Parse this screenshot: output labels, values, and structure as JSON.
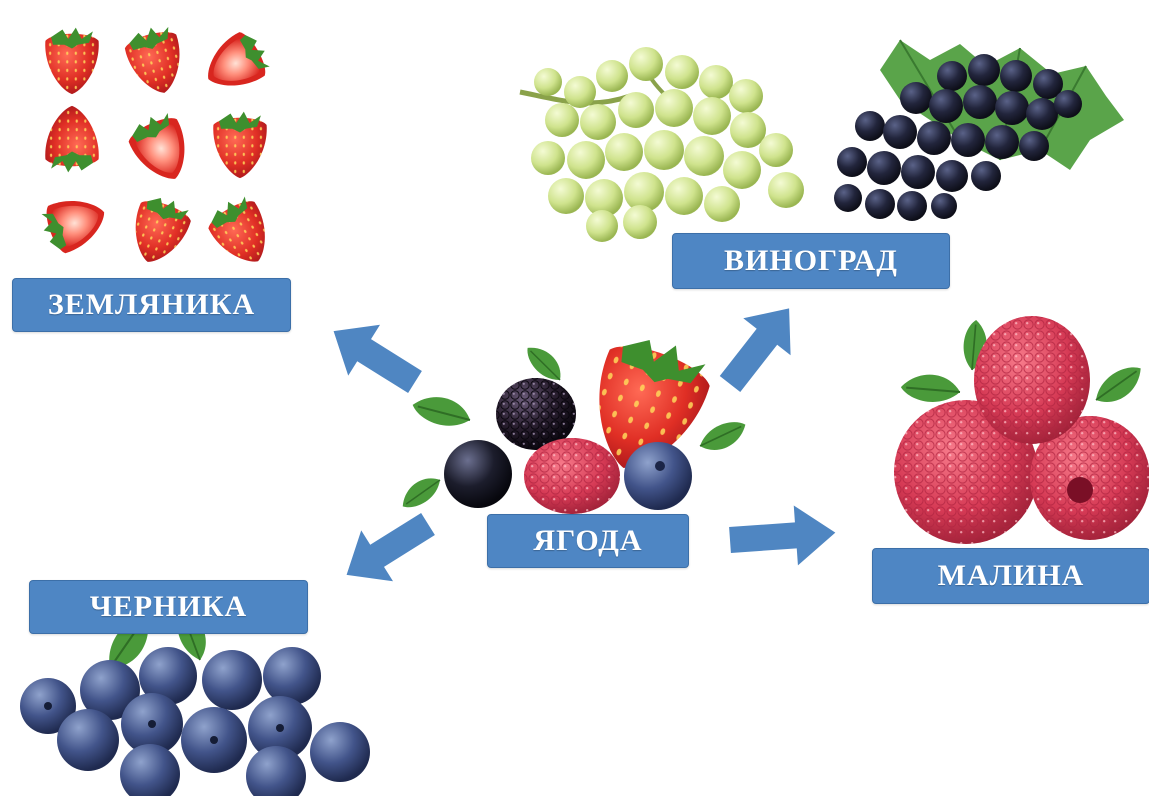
{
  "labels": {
    "center": "ЯГОДА",
    "zemlyanika": "ЗЕМЛЯНИКА",
    "vinograd": "ВИНОГРАД",
    "malina": "МАЛИНА",
    "chernika": "ЧЕРНИКА"
  },
  "colors": {
    "label_bg": "#4e86c4",
    "label_text": "#ffffff",
    "arrow": "#4f86c2",
    "strawberry": "#e53a2e",
    "grape_green": "#c9e08a",
    "grape_dark": "#1f2135",
    "raspberry": "#d43a55",
    "blueberry": "#3d4d7a",
    "leaf": "#4a9a3a"
  },
  "icons": [
    "strawberry",
    "green-grape",
    "dark-grape",
    "raspberry",
    "blueberry",
    "blackberry",
    "blackcurrant",
    "leaf",
    "arrow"
  ]
}
